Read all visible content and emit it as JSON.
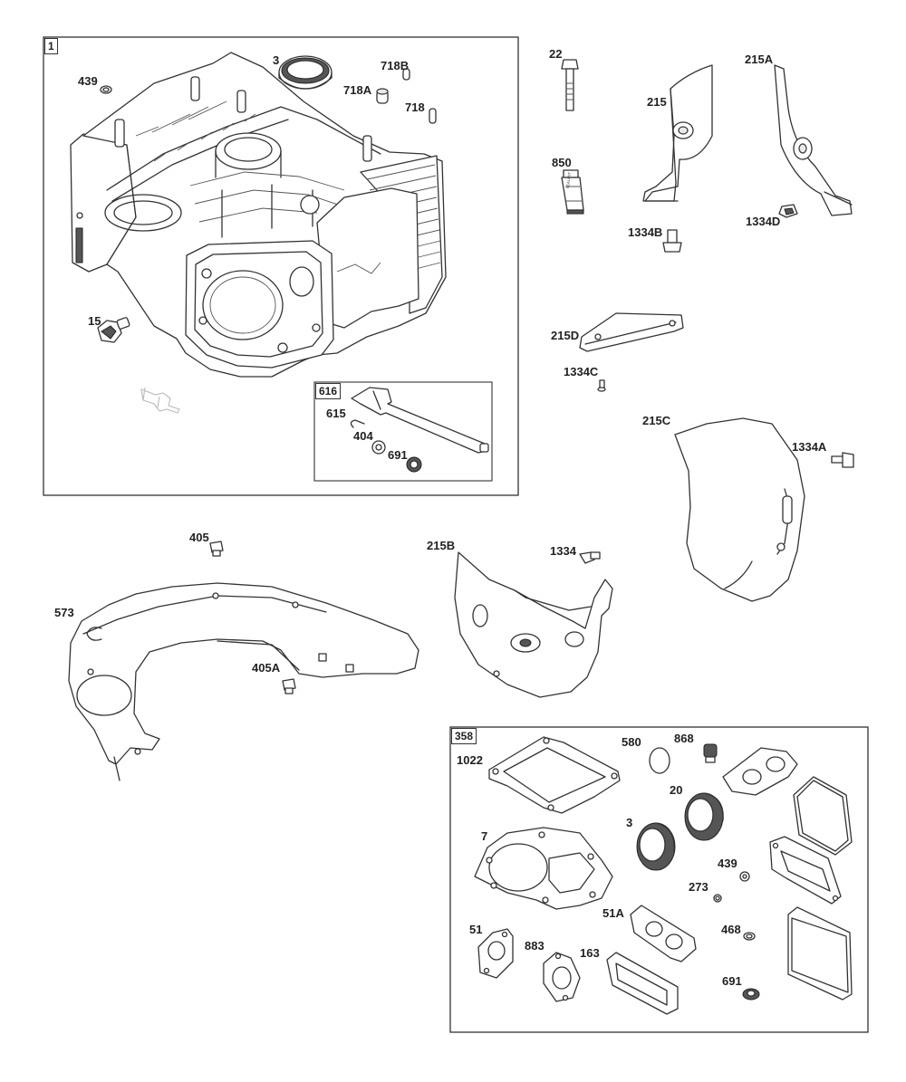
{
  "group_boxes": {
    "engine_block": "1",
    "dipstick_tube": "616",
    "gasket_set": "358"
  },
  "labels": {
    "p439_top": "439",
    "p3_top": "3",
    "p718B": "718B",
    "p718A": "718A",
    "p718": "718",
    "p15": "15",
    "p615": "615",
    "p404": "404",
    "p691_top": "691",
    "p22": "22",
    "p850": "850",
    "p215": "215",
    "p215A": "215A",
    "p1334B": "1334B",
    "p1334D": "1334D",
    "p215D": "215D",
    "p1334C": "1334C",
    "p215C": "215C",
    "p1334A": "1334A",
    "p405": "405",
    "p573": "573",
    "p405A": "405A",
    "p215B": "215B",
    "p1334": "1334",
    "p1022": "1022",
    "p580": "580",
    "p868": "868",
    "p20": "20",
    "p3_kit": "3",
    "p7": "7",
    "p439_kit": "439",
    "p273": "273",
    "p51A": "51A",
    "p51": "51",
    "p883": "883",
    "p163": "163",
    "p468": "468",
    "p691_kit": "691"
  },
  "sealant_tube_print": "SEALANT"
}
